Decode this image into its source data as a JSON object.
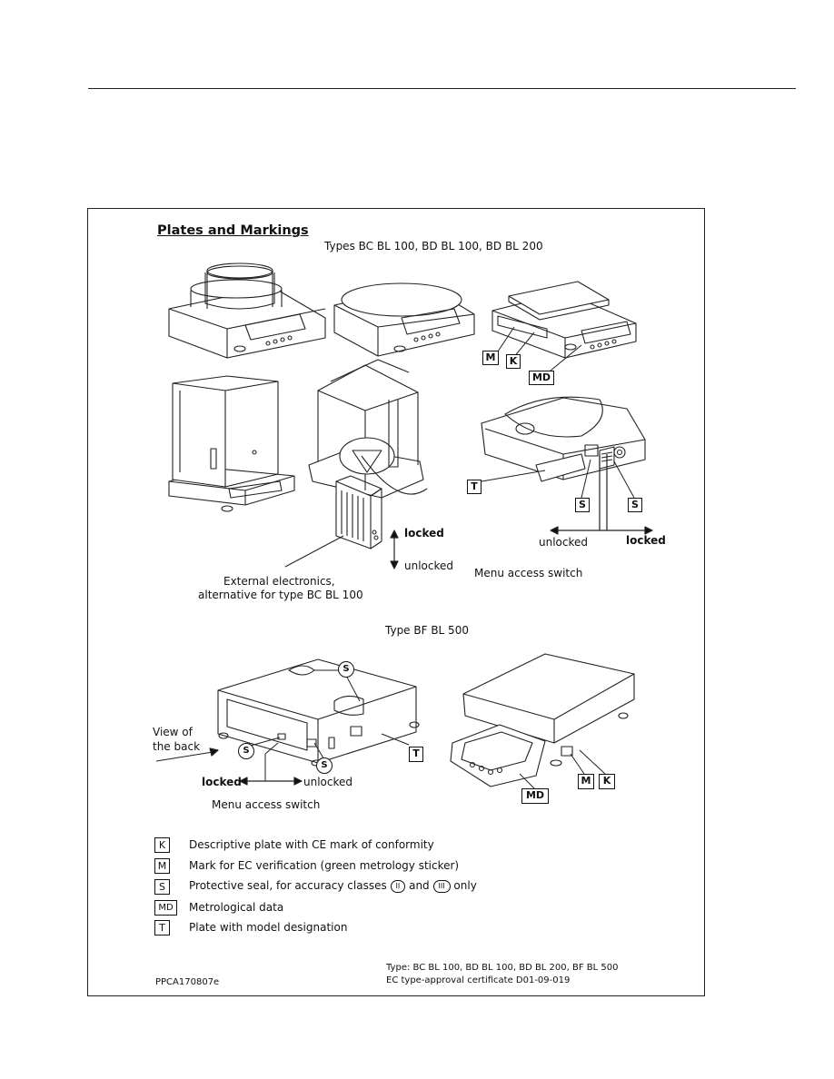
{
  "section": {
    "title": "Plates and Markings",
    "types_top": "Types   BC BL 100, BD BL 100, BD BL 200",
    "types_bottom": "Type   BF BL 500"
  },
  "labels": {
    "locked": "locked",
    "unlocked": "unlocked",
    "external_line1": "External electronics,",
    "external_line2": "alternative for type BC BL 100",
    "menu_access_switch": "Menu access switch",
    "view_back_line1": "View of",
    "view_back_line2": "the back"
  },
  "markers": {
    "M": "M",
    "K": "K",
    "MD": "MD",
    "S": "S",
    "T": "T"
  },
  "legend": [
    {
      "code": "K",
      "text": "Descriptive plate with CE mark of conformity"
    },
    {
      "code": "M",
      "text": "Mark for EC verification (green metrology sticker)"
    },
    {
      "code": "S",
      "text_before": "Protective seal, for accuracy classes",
      "class1": "II",
      "and": "and",
      "class2": "III",
      "only": "only"
    },
    {
      "code": "MD",
      "text": "Metrological data"
    },
    {
      "code": "T",
      "text": "Plate with model designation"
    }
  ],
  "footer": {
    "doc_id": "PPCA170807e",
    "type_line": "Type: BC BL 100, BD BL 100, BD BL 200, BF BL 500",
    "cert_line": "EC type-approval certificate D01-09-019"
  }
}
